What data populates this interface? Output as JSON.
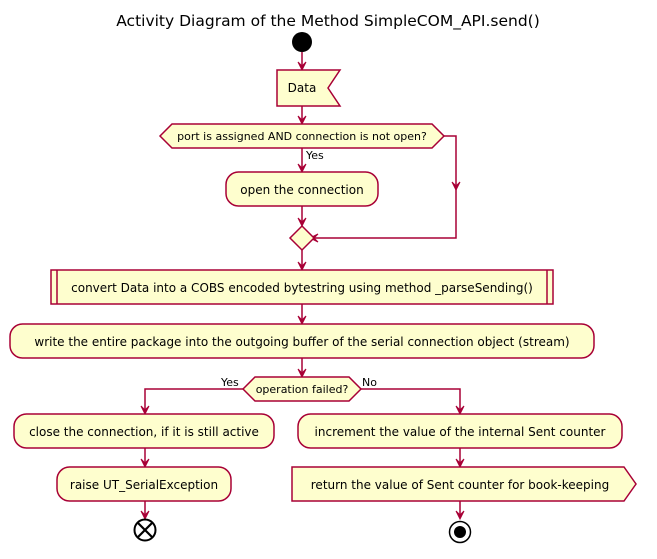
{
  "title": "Activity Diagram of the Method SimpleCOM_API.send()",
  "nodes": {
    "data_input": "Data",
    "condition_port": "port is assigned AND connection is not open?",
    "open_connection": "open the connection",
    "convert_data": "convert Data into a COBS encoded bytestring using method _parseSending()",
    "write_package": "write the entire package into the outgoing buffer of the serial connection object (stream)",
    "condition_failed": "operation failed?",
    "close_connection": "close the connection, if it is still active",
    "raise_exception": "raise UT_SerialException",
    "increment_counter": "increment the value of the internal Sent counter",
    "return_counter": "return the value of Sent counter for book-keeping"
  },
  "edge_labels": {
    "port_yes": "Yes",
    "failed_yes": "Yes",
    "failed_no": "No"
  },
  "colors": {
    "node_fill": "#FEFECE",
    "node_stroke": "#A80036",
    "edge": "#A80036",
    "text": "#000000"
  }
}
